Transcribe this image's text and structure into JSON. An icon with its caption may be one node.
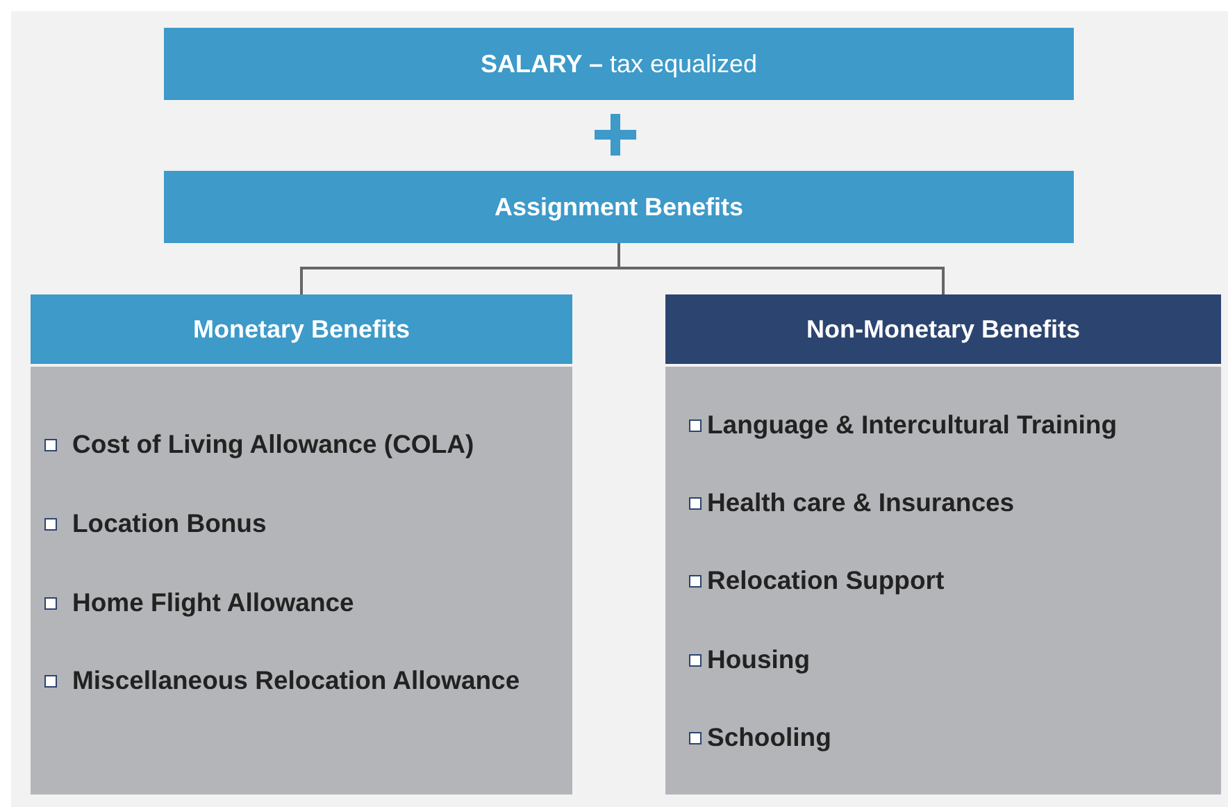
{
  "diagram": {
    "nodes": [
      {
        "text": [
          "**SALARY –** tax equalized"
        ]
      },
      {
        "text": [
          "Assignment Benefits"
        ]
      },
      {
        "text": [
          "Monetary Benefits",
          "Cost of Living Allowance (COLA)",
          "Location Bonus",
          "Home Flight Allowance",
          "Miscellaneous Relocation Allowance"
        ]
      },
      {
        "text": [
          "Non-Monetary Benefits",
          "Language &  Intercultural Training",
          "Health care & Insurances",
          "Relocation Support",
          "Housing",
          "Schooling"
        ]
      }
    ],
    "edges": [
      {
        "from": 1,
        "to": 2,
        "arrow": "none"
      },
      {
        "from": 1,
        "to": 3,
        "arrow": "none"
      }
    ]
  }
}
